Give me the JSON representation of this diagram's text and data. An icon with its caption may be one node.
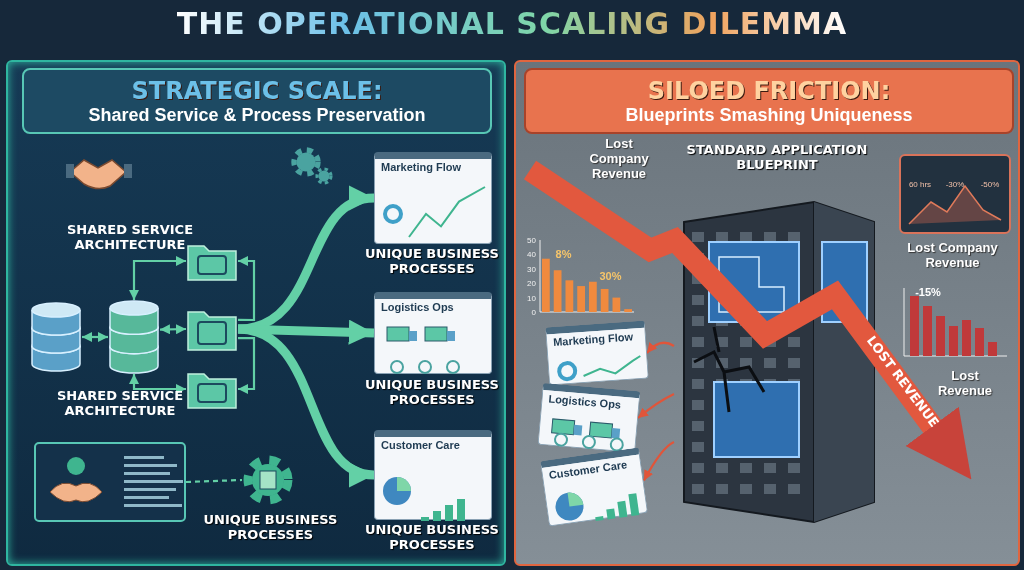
{
  "diagram": {
    "title": "THE OPERATIONAL SCALING DILEMMA",
    "nodes": [
      {
        "text": [
          "STRATEGIC SCALE:",
          "Shared Service & Process Preservation"
        ]
      },
      {
        "text": [
          "SILOED FRICTION:",
          "Blueprints Smashing Uniqueness"
        ]
      },
      {
        "text": [],
        "shape": "cylinder",
        "in": 0
      },
      {
        "text": [],
        "shape": "cylinder",
        "in": 0
      },
      {
        "text": [],
        "shape": "folder",
        "in": 0
      },
      {
        "text": [],
        "shape": "folder",
        "in": 0
      },
      {
        "text": [],
        "shape": "folder",
        "in": 0
      },
      {
        "text": [
          "Marketing Flow"
        ],
        "beside": [
          "UNIQUE BUSINESS PROCESSES"
        ],
        "in": 0
      },
      {
        "text": [
          "Logistics Ops"
        ],
        "beside": [
          "UNIQUE BUSINESS PROCESSES"
        ],
        "in": 0
      },
      {
        "text": [
          "Customer Care"
        ],
        "beside": [
          "UNIQUE BUSINESS PROCESSES"
        ],
        "in": 0
      },
      {
        "text": [],
        "shape": "picture",
        "in": 0
      },
      {
        "text": [],
        "shape": "gear",
        "beside": [
          "UNIQUE BUSINESS PROCESSES"
        ],
        "in": 0
      },
      {
        "text": [],
        "shape": "picture",
        "beside": [
          "STANDARD APPLICATION BLUEPRINT"
        ],
        "in": 1
      },
      {
        "text": [
          "Marketing Flow"
        ],
        "in": 1
      },
      {
        "text": [
          "Logistics Ops"
        ],
        "in": 1
      },
      {
        "text": [
          "Customer Care"
        ],
        "in": 1
      }
    ],
    "edges": [
      {
        "from": 2,
        "to": 3,
        "arrow": "both"
      },
      {
        "from": 3,
        "to": 5,
        "arrow": "both"
      },
      {
        "from": 3,
        "to": 4,
        "arrow": "both"
      },
      {
        "from": 3,
        "to": 6,
        "arrow": "both"
      },
      {
        "from": 5,
        "to": 4,
        "arrow": "to"
      },
      {
        "from": 5,
        "to": 6,
        "arrow": "to"
      },
      {
        "from": 5,
        "to": 7,
        "arrow": "to",
        "style": "thick"
      },
      {
        "from": 5,
        "to": 8,
        "arrow": "to",
        "style": "thick"
      },
      {
        "from": 5,
        "to": 9,
        "arrow": "to",
        "style": "thick"
      },
      {
        "from": 10,
        "to": 11,
        "arrow": "none",
        "style": "dashed"
      },
      {
        "from": 12,
        "to": 13,
        "arrow": "to",
        "color": "#e0553a"
      },
      {
        "from": 12,
        "to": 14,
        "arrow": "to",
        "color": "#e0553a"
      },
      {
        "from": 12,
        "to": 15,
        "arrow": "to",
        "color": "#e0553a"
      }
    ],
    "labels": [
      "SHARED SERVICE ARCHITECTURE",
      "SHARED SERVICE ARCHITECTURE",
      "Lost Company Revenue",
      "60 hrs",
      "-30%",
      "-50%",
      "Lost Company Revenue",
      "-15%",
      "Lost Revenue",
      "LOST REVENUE"
    ],
    "chart_data": {
      "type": "bar",
      "values": [
        37,
        29,
        22,
        18,
        21,
        16,
        10,
        2
      ],
      "ylim": [
        0,
        50
      ],
      "yticks": [
        0,
        10,
        20,
        30,
        40,
        50
      ],
      "annotations": [
        "8%",
        "30%"
      ]
    }
  }
}
